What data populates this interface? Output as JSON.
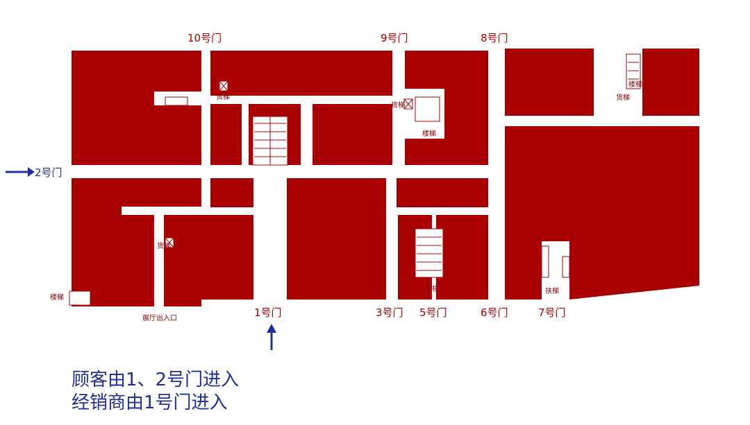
{
  "doors": {
    "d10": "10号门",
    "d9": "9号门",
    "d8": "8号门",
    "d2": "2号门",
    "d1": "1号门",
    "d3": "3号门",
    "d5": "5号门",
    "d6": "6号门",
    "d7": "7号门"
  },
  "facilities": {
    "freight_elevator": "货梯",
    "stairs": "楼梯",
    "escalator": "扶梯",
    "hall_entrance": "展厅出入口"
  },
  "notes": {
    "line1": "顾客由1、2号门进入",
    "line2": "经销商由1号门进入"
  },
  "colors": {
    "block": "#a80000",
    "arrow": "#1f2f9a"
  }
}
